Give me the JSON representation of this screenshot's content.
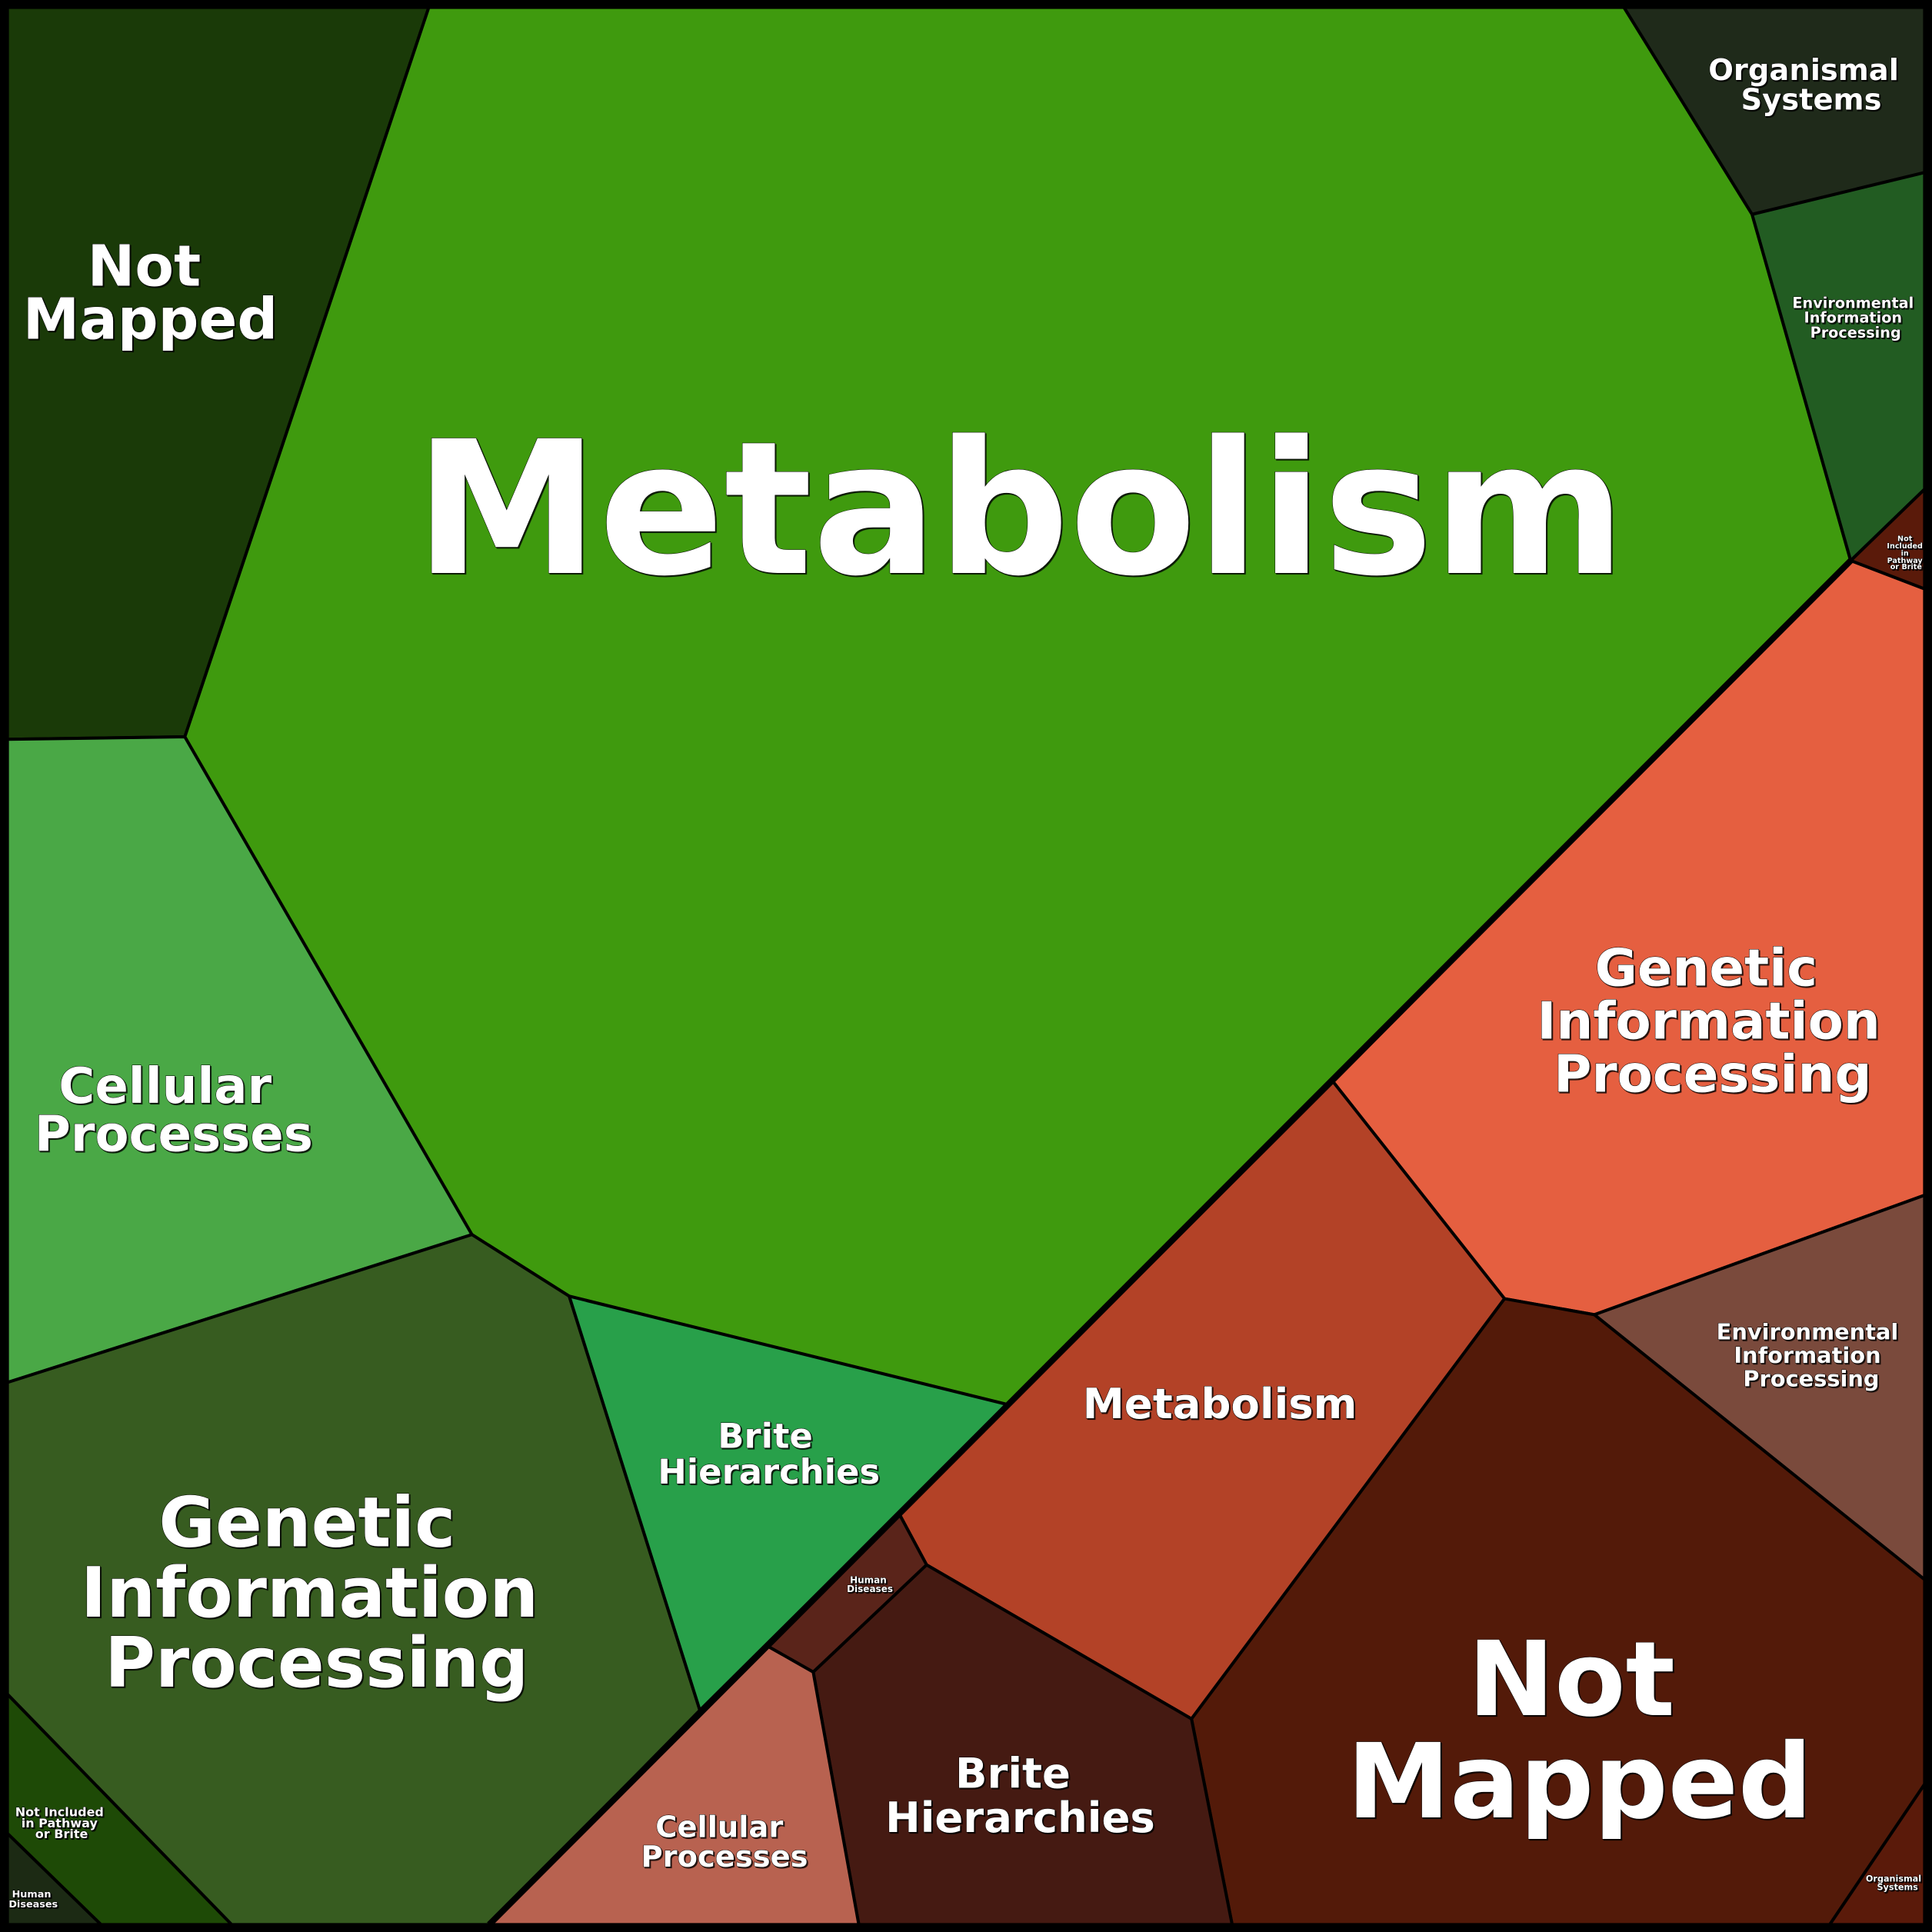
{
  "colors": {
    "left_not_mapped": "#1a3a08",
    "left_metabolism": "#3f9a0e",
    "left_organismal": "#1f2a1a",
    "left_environmental": "#225c22",
    "right_not_included_top": "#5a1a0a",
    "right_genetic": "#e55f40",
    "right_environmental": "#7a4a3c",
    "right_not_mapped": "#531a09",
    "right_organismal": "#5a1a0a",
    "right_metabolism": "#b34227",
    "right_brite": "#451a12",
    "right_human": "#5a241a",
    "right_cellular": "#b86250",
    "left_cellular": "#4aa846",
    "left_genetic": "#375c20",
    "left_brite": "#28a04a",
    "left_not_included": "#1e4a06",
    "left_human": "#1c2a14"
  },
  "green_group": {
    "not_mapped": [
      "Not",
      "Mapped"
    ],
    "metabolism": "Metabolism",
    "organismal": [
      "Organismal",
      "Systems"
    ],
    "environmental": [
      "Environmental",
      "Information",
      "Processing"
    ],
    "cellular": [
      "Cellular",
      "Processes"
    ],
    "genetic": [
      "Genetic",
      "Information",
      "Processing"
    ],
    "brite": [
      "Brite",
      "Hierarchies"
    ],
    "not_included": [
      "Not Included",
      "in Pathway",
      "or Brite"
    ],
    "human": [
      "Human",
      "Diseases"
    ]
  },
  "red_group": {
    "not_included": [
      "Not",
      "Included",
      "in",
      "Pathway",
      "or Brite"
    ],
    "genetic": [
      "Genetic",
      "Information",
      "Processing"
    ],
    "environmental": [
      "Environmental",
      "Information",
      "Processing"
    ],
    "metabolism": "Metabolism",
    "not_mapped": [
      "Not",
      "Mapped"
    ],
    "organismal": [
      "Organismal",
      "Systems"
    ],
    "brite": [
      "Brite",
      "Hierarchies"
    ],
    "human": [
      "Human",
      "Diseases"
    ],
    "cellular": [
      "Cellular",
      "Processes"
    ]
  }
}
